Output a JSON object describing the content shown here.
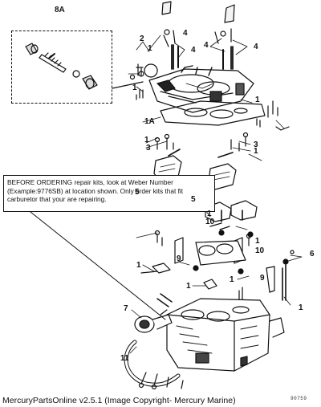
{
  "diagram": {
    "inset_label": "8A",
    "note": {
      "lead": "BEFORE ORDERING",
      "body": " repair kits, look at Weber Number (Example:9776SB) at location shown. Only order kits that fit carburetor that your are repairing."
    },
    "callouts": {
      "c1a": "1A",
      "c1b": "1",
      "c1c": "1",
      "c1d": "1",
      "c1e": "1",
      "c1f": "1",
      "c1g": "1",
      "c1h": "1",
      "c1i": "1",
      "c1j": "1",
      "c1k": "1",
      "c1l": "1",
      "c2": "2",
      "c3a": "3",
      "c3b": "3",
      "c4a": "4",
      "c4b": "4",
      "c4c": "4",
      "c4d": "4",
      "c5a": "5",
      "c5b": "5",
      "c6": "6",
      "c7": "7",
      "c9a": "9",
      "c9b": "9",
      "c10a": "10",
      "c10b": "10",
      "c11": "11"
    },
    "drawing_number": "90759"
  },
  "footer": {
    "text": "MercuryPartsOnline v2.5.1 (Image Copyright- Mercury Marine)"
  }
}
